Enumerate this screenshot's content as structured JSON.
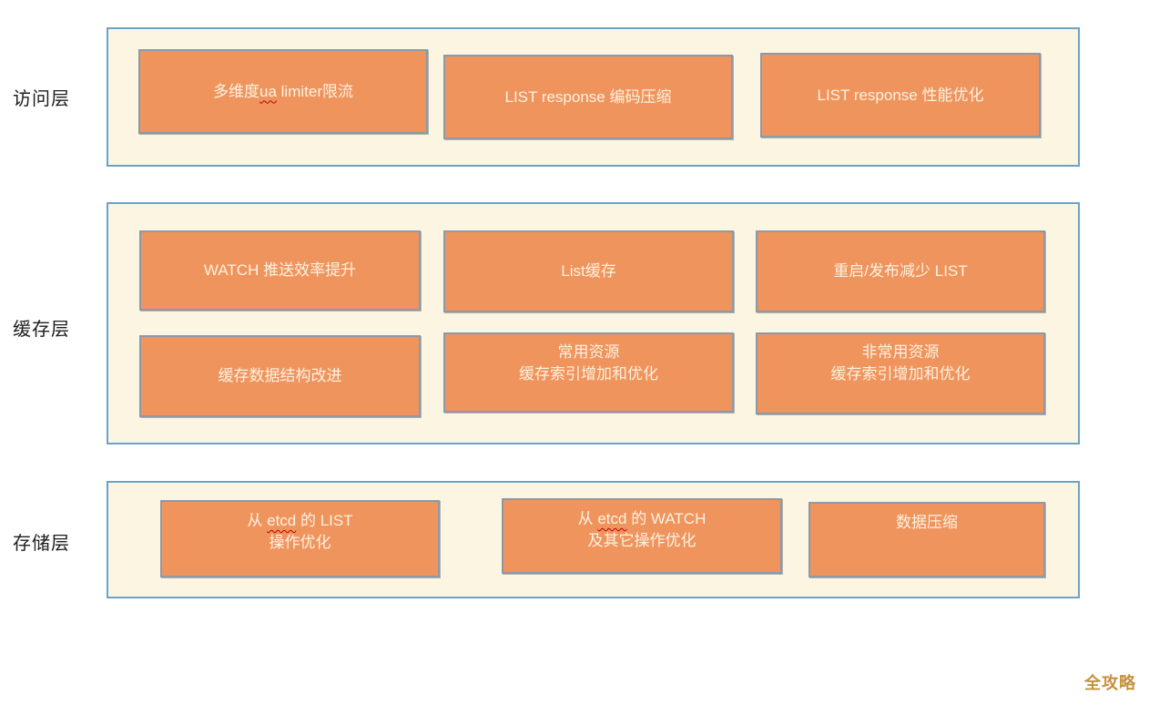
{
  "colors": {
    "container_fill": "#fcf5e1",
    "container_border": "#6ba3c6",
    "box_fill": "#f0945e",
    "box_border": "#8a9aa8",
    "box_text": "#fbf2e0",
    "squiggle": "#c00000",
    "watermark_color": "#c5913c"
  },
  "watermark": {
    "text": "全攻略"
  },
  "layers": [
    {
      "label": "访问层",
      "rows": [
        [
          {
            "lines": [
              [
                {
                  "t": "多维度"
                },
                {
                  "t": "ua",
                  "wavy": true
                },
                {
                  "t": " limiter限流"
                }
              ]
            ]
          },
          {
            "lines": [
              [
                {
                  "t": "LIST response 编码压缩"
                }
              ]
            ]
          },
          {
            "lines": [
              [
                {
                  "t": "LIST response 性能优化"
                }
              ]
            ]
          }
        ]
      ]
    },
    {
      "label": "缓存层",
      "rows": [
        [
          {
            "lines": [
              [
                {
                  "t": "WATCH 推送效率提升"
                }
              ]
            ]
          },
          {
            "lines": [
              [
                {
                  "t": "List缓存"
                }
              ]
            ]
          },
          {
            "lines": [
              [
                {
                  "t": "重启/发布减少 LIST"
                }
              ]
            ]
          }
        ],
        [
          {
            "lines": [
              [
                {
                  "t": "缓存数据结构改进"
                }
              ]
            ]
          },
          {
            "lines": [
              [
                {
                  "t": "常用资源"
                }
              ],
              [
                {
                  "t": "缓存索引增加和优化"
                }
              ]
            ]
          },
          {
            "lines": [
              [
                {
                  "t": "非常用资源"
                }
              ],
              [
                {
                  "t": "缓存索引增加和优化"
                }
              ]
            ]
          }
        ]
      ]
    },
    {
      "label": "存储层",
      "rows": [
        [
          {
            "lines": [
              [
                {
                  "t": "从 "
                },
                {
                  "t": "etcd",
                  "wavy": true
                },
                {
                  "t": " 的 LIST"
                }
              ],
              [
                {
                  "t": "操作优化"
                }
              ]
            ]
          },
          {
            "lines": [
              [
                {
                  "t": "从 "
                },
                {
                  "t": "etcd",
                  "wavy": true
                },
                {
                  "t": " 的 WATCH"
                }
              ],
              [
                {
                  "t": "及其它操作优化"
                }
              ]
            ]
          },
          {
            "lines": [
              [
                {
                  "t": "数据压缩"
                }
              ]
            ]
          }
        ]
      ]
    }
  ]
}
